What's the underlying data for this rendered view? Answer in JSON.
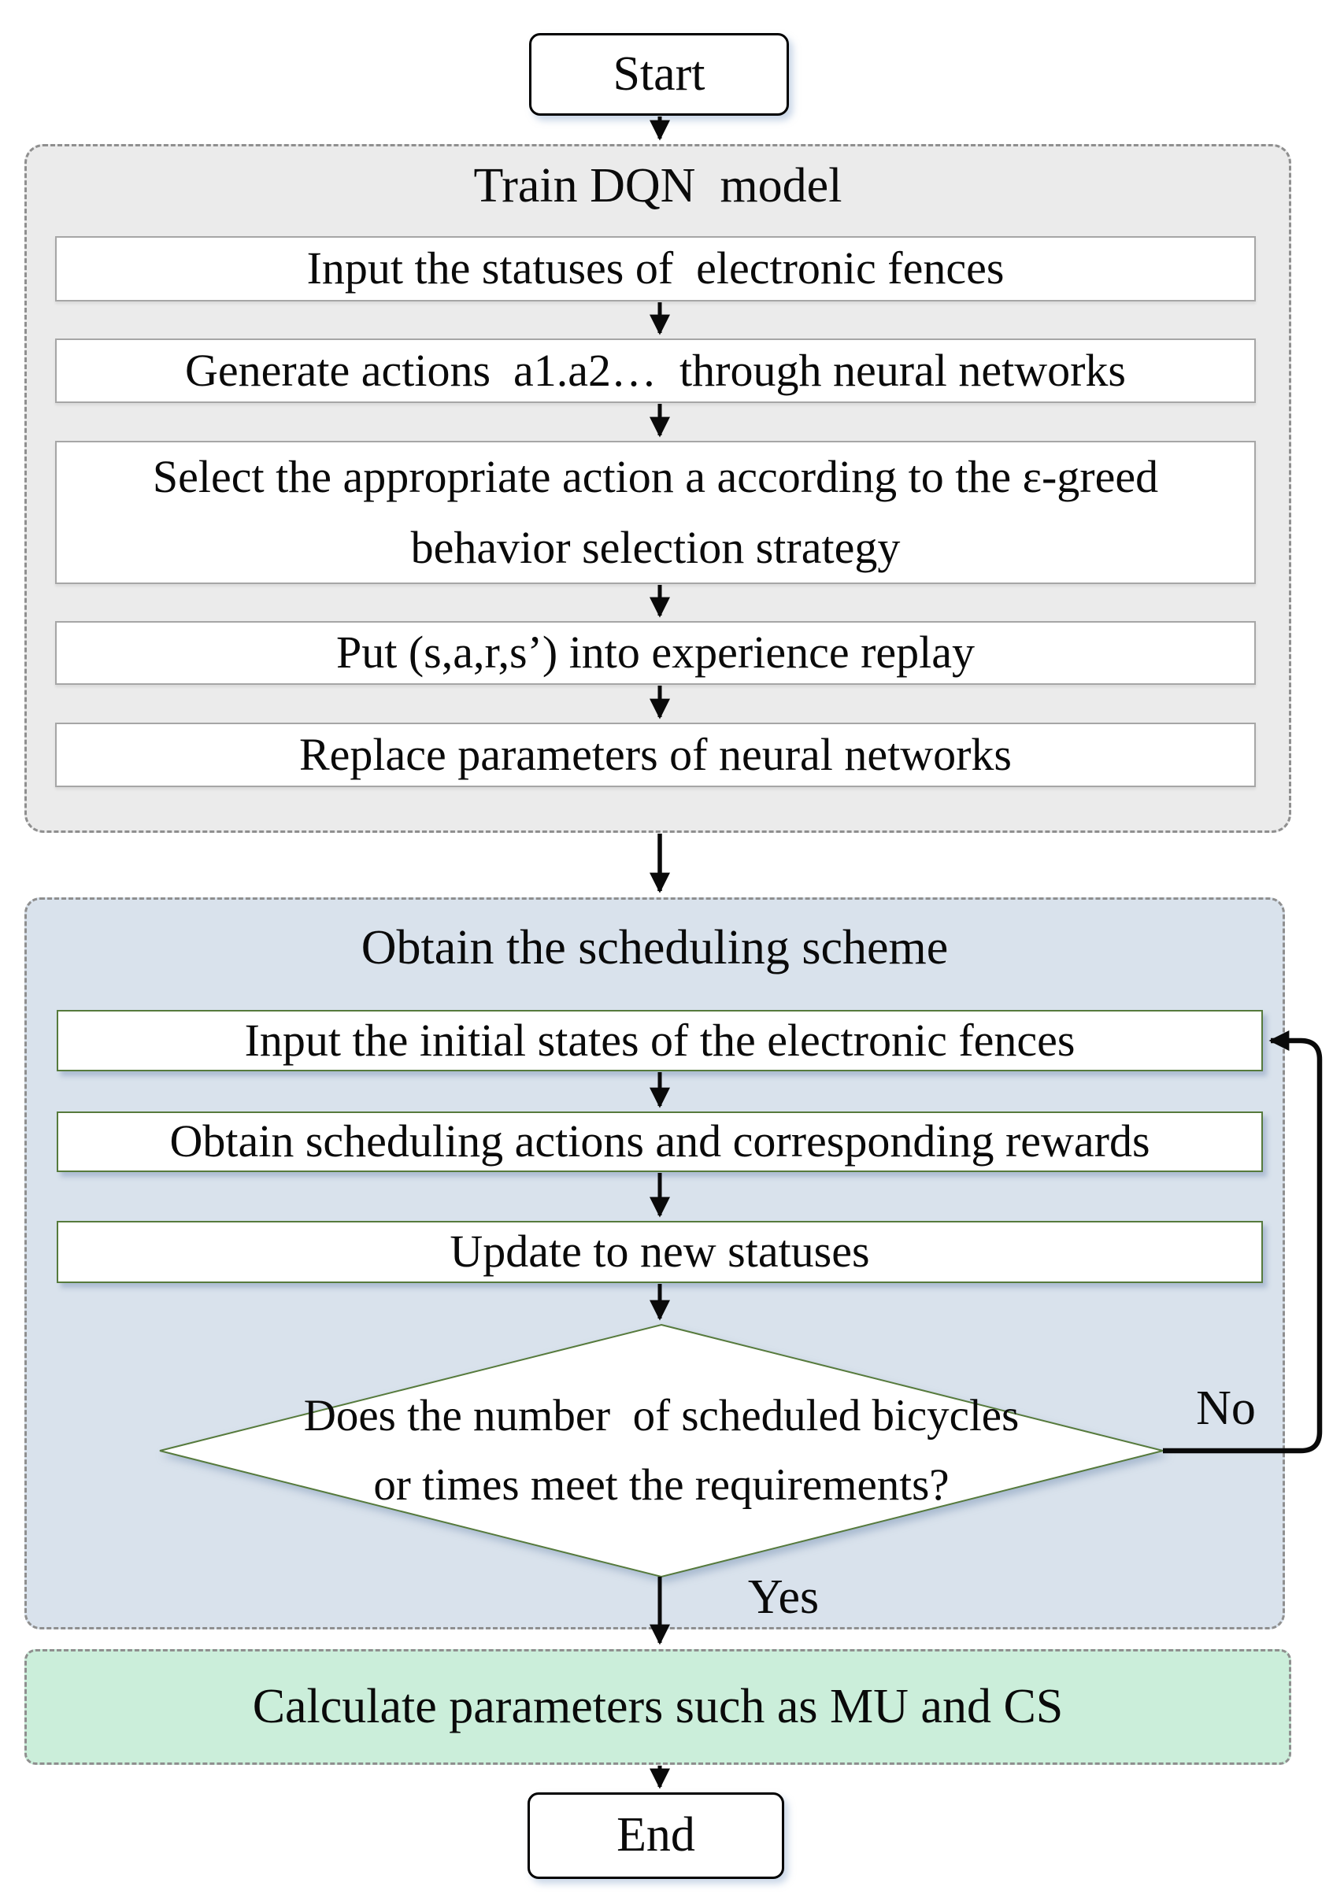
{
  "flowchart": {
    "start_label": "Start",
    "end_label": "End",
    "train_section": {
      "title": "Train DQN  model",
      "steps": [
        "Input the statuses of  electronic fences",
        "Generate actions  a1.a2…  through neural networks",
        "Select the appropriate action a according to the ε-greed behavior selection strategy",
        "Put (s,a,r,s’) into experience replay",
        "Replace parameters of neural networks"
      ]
    },
    "schedule_section": {
      "title": "Obtain the scheduling scheme",
      "steps": [
        "Input the initial states of the electronic fences",
        "Obtain scheduling actions and corresponding rewards",
        "Update to new statuses"
      ],
      "decision": {
        "question": "Does the number  of scheduled bicycles\nor times meet the requirements?",
        "no_label": "No",
        "yes_label": "Yes"
      }
    },
    "calculate_label": "Calculate parameters such as MU and CS"
  },
  "colors": {
    "ink": "#0a0a0a",
    "gray-fill": "#ebebeb",
    "blue-fill": "#d9e2ec",
    "green-fill": "#cbeeda",
    "green-border": "#567a3c",
    "box-border-gray": "#a6a6a6",
    "dash-border": "#8f8f8f"
  }
}
